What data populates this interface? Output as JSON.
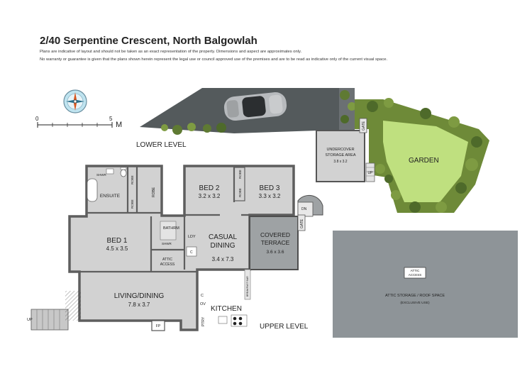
{
  "header": {
    "title": "2/40 Serpentine Crescent, North Balgowlah",
    "disclaimer_1": "Plans are indicative of layout and should not be taken as an exact representation of the property. Dimensions and aspect are approximates only.",
    "disclaimer_2": "No warranty or guarantee is given that the plans shown herein represent the legal use or council approved use of the premises and are to be read as indicative only of the current visual space."
  },
  "scale": {
    "start": "0",
    "end": "5",
    "unit": "M"
  },
  "levels": {
    "lower": "LOWER LEVEL",
    "upper": "UPPER LEVEL"
  },
  "lower_level": {
    "storage_title_1": "UNDERCOVER",
    "storage_title_2": "STORAGE AREA",
    "storage_dims": "3.8 x 3.2",
    "garden": "GARDEN",
    "gate": "GATE",
    "up": "UP"
  },
  "rooms": {
    "ensuite": "ENSUITE",
    "robe": "ROBE",
    "bed2_name": "BED 2",
    "bed2_dims": "3.2 x 3.2",
    "bed3_name": "BED 3",
    "bed3_dims": "3.3 x 3.2",
    "bed1_name": "BED 1",
    "bed1_dims": "4.5 x 3.5",
    "bathroom": "BATHRM",
    "shower": "SHWR",
    "laundry": "LDY",
    "attic_access_1": "ATTIC",
    "attic_access_2": "ACCESS",
    "casual_1": "CASUAL",
    "casual_2": "DINING",
    "casual_dims": "3.4 x 7.3",
    "covered_1": "COVERED",
    "covered_2": "TERRACE",
    "covered_dims": "3.6 x 3.6",
    "dn": "DN",
    "gate": "GATE",
    "living": "LIVING/DINING",
    "living_dims": "7.8 x 3.7",
    "kitchen": "KITCHEN",
    "breakfast_bar": "BREAKFAST BAR",
    "pantry": "PTRY",
    "c": "C",
    "ov": "OV",
    "fp": "FP",
    "up": "UP"
  },
  "attic": {
    "access_1": "ATTIC",
    "access_2": "ACCESS",
    "title": "ATTIC STORAGE / ROOF SPACE",
    "note": "(EXCLUSIVE USE)"
  },
  "colors": {
    "floor": "#d2d2d2",
    "wall": "#5e5e5e",
    "terrace": "#9ea2a4",
    "roof": "#8e9498",
    "drive": "#545a5c",
    "lawn": "#bfe07f",
    "shrub": "#5f7a33"
  },
  "icons": [
    "compass-icon",
    "car-icon",
    "toilet-icon",
    "bath-icon",
    "cooktop-icon"
  ]
}
